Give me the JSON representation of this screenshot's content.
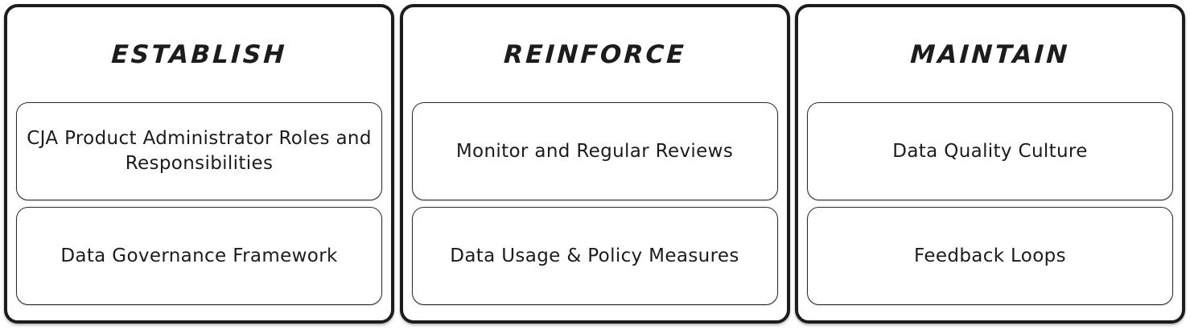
{
  "diagram": {
    "type": "three-column-grouped-boxes",
    "title": "",
    "accent_color": "#1c1c1c",
    "background_color": "#ffffff",
    "card_border_color": "#2a2a2a",
    "panel_border_color": "#1c1c1c",
    "columns": [
      {
        "title": "ESTABLISH",
        "cards": [
          {
            "label": "CJA Product Administrator Roles and Responsibilities"
          },
          {
            "label": "Data Governance Framework"
          }
        ]
      },
      {
        "title": "REINFORCE",
        "cards": [
          {
            "label": "Monitor and Regular Reviews"
          },
          {
            "label": "Data Usage & Policy Measures"
          }
        ]
      },
      {
        "title": "MAINTAIN",
        "cards": [
          {
            "label": "Data Quality Culture"
          },
          {
            "label": "Feedback Loops"
          }
        ]
      }
    ]
  }
}
